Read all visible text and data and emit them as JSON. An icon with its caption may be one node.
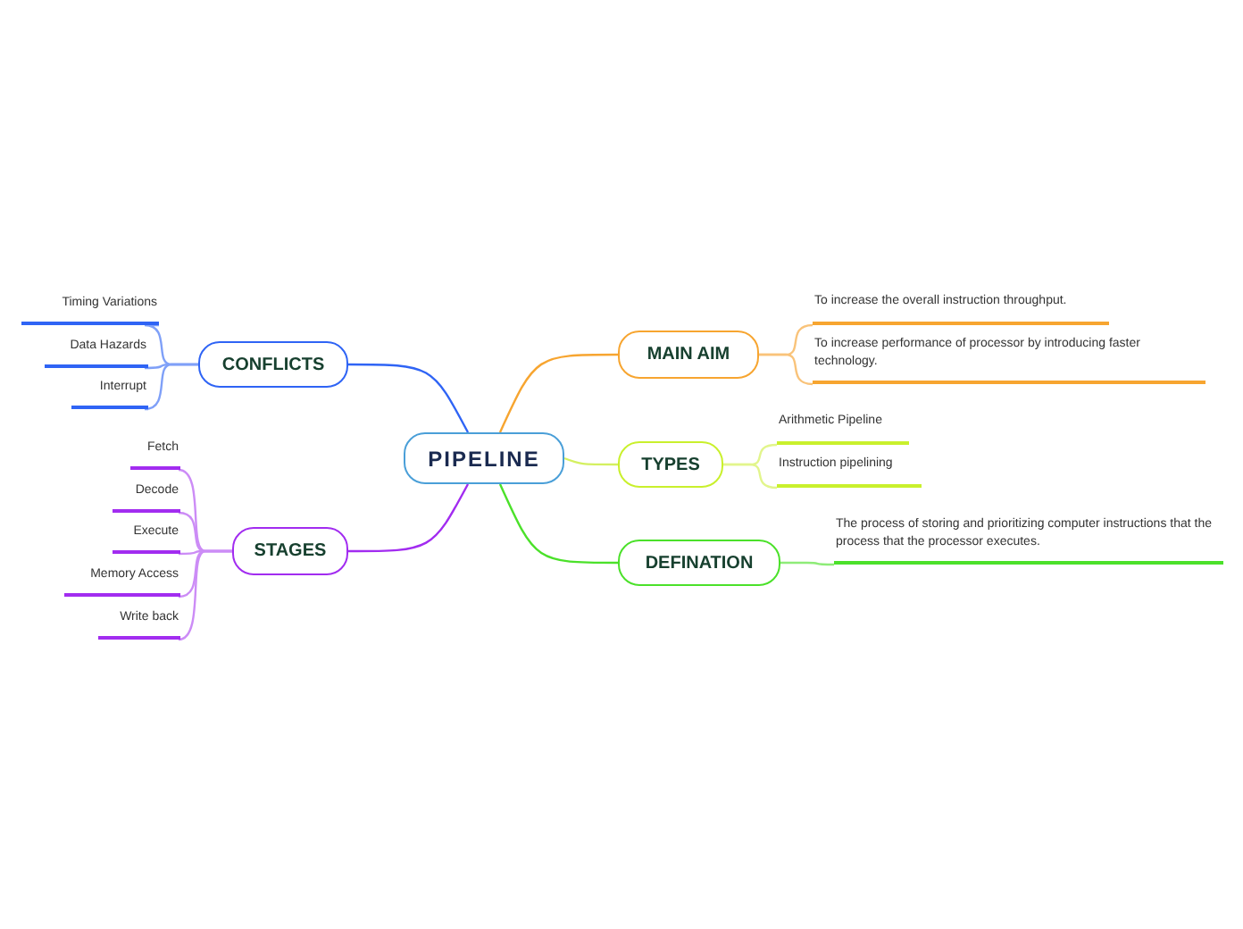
{
  "diagram": {
    "nodes": [
      {
        "text": [
          "PIPELINE"
        ]
      },
      {
        "text": [
          "MAIN AIM"
        ]
      },
      {
        "text": [
          "To increase the overall instruction throughput."
        ]
      },
      {
        "text": [
          "To increase performance of processor by introducing faster technology."
        ]
      },
      {
        "text": [
          "TYPES"
        ]
      },
      {
        "text": [
          "Arithmetic Pipeline"
        ]
      },
      {
        "text": [
          "Instruction pipelining"
        ]
      },
      {
        "text": [
          "DEFINATION"
        ]
      },
      {
        "text": [
          "The process of storing and prioritizing computer instructions that the process that the processor executes."
        ]
      },
      {
        "text": [
          "CONFLICTS"
        ]
      },
      {
        "text": [
          "Timing Variations"
        ]
      },
      {
        "text": [
          "Data Hazards"
        ]
      },
      {
        "text": [
          "Interrupt"
        ]
      },
      {
        "text": [
          "STAGES"
        ]
      },
      {
        "text": [
          "Fetch"
        ]
      },
      {
        "text": [
          "Decode"
        ]
      },
      {
        "text": [
          "Execute"
        ]
      },
      {
        "text": [
          "Memory Access"
        ]
      },
      {
        "text": [
          "Write back"
        ]
      }
    ],
    "edges": [
      {
        "from": 0,
        "to": 1,
        "arrow": "none",
        "color": "#f7a530"
      },
      {
        "from": 1,
        "to": 2,
        "arrow": "none",
        "color": "#f9c37a"
      },
      {
        "from": 1,
        "to": 3,
        "arrow": "none",
        "color": "#f9c37a"
      },
      {
        "from": 0,
        "to": 4,
        "arrow": "none",
        "color": "#d4f060"
      },
      {
        "from": 4,
        "to": 5,
        "arrow": "none",
        "color": "#e2f58c"
      },
      {
        "from": 4,
        "to": 6,
        "arrow": "none",
        "color": "#e2f58c"
      },
      {
        "from": 0,
        "to": 7,
        "arrow": "none",
        "color": "#4be12a"
      },
      {
        "from": 7,
        "to": 8,
        "arrow": "none",
        "color": "#8eec78"
      },
      {
        "from": 0,
        "to": 9,
        "arrow": "none",
        "color": "#2f64f5"
      },
      {
        "from": 9,
        "to": 10,
        "arrow": "none",
        "color": "#7fa0f8"
      },
      {
        "from": 9,
        "to": 11,
        "arrow": "none",
        "color": "#7fa0f8"
      },
      {
        "from": 9,
        "to": 12,
        "arrow": "none",
        "color": "#7fa0f8"
      },
      {
        "from": 0,
        "to": 13,
        "arrow": "none",
        "color": "#a22cf0"
      },
      {
        "from": 13,
        "to": 14,
        "arrow": "none",
        "color": "#cc8cf6"
      },
      {
        "from": 13,
        "to": 15,
        "arrow": "none",
        "color": "#cc8cf6"
      },
      {
        "from": 13,
        "to": 16,
        "arrow": "none",
        "color": "#cc8cf6"
      },
      {
        "from": 13,
        "to": 17,
        "arrow": "none",
        "color": "#cc8cf6"
      },
      {
        "from": 13,
        "to": 18,
        "arrow": "none",
        "color": "#cc8cf6"
      }
    ]
  }
}
